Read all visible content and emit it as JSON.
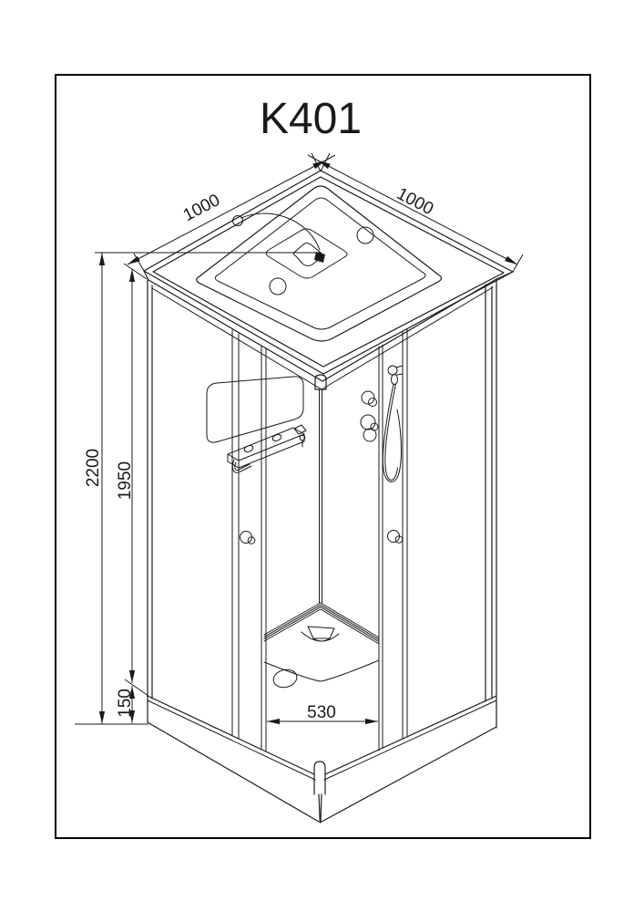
{
  "sheet": {
    "background": "#ffffff",
    "border_color": "#000000"
  },
  "drawing": {
    "title": "K401",
    "line_color": "#1a1a1a",
    "type": "shower-cabin-technical-drawing",
    "dimensions": {
      "roof_edge_left": "1000",
      "roof_edge_right": "1000",
      "total_height": "2200",
      "panel_height": "1950",
      "base_height": "150",
      "opening_width": "530"
    }
  }
}
